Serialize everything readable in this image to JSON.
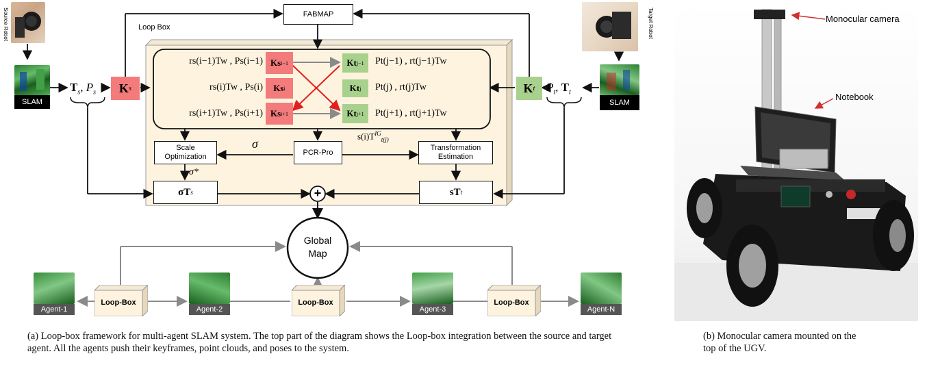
{
  "labels": {
    "source_robot": "Source Robot",
    "target_robot": "Target Robot",
    "slam_left": "SLAM",
    "slam_right": "SLAM",
    "fabmap": "FABMAP",
    "loop_box_title": "Loop Box",
    "scale_optimization": "Scale Optimization",
    "pcr_pro": "PCR-Pro",
    "transformation_estimation": "Transformation Estimation",
    "global_map": "Global Map",
    "sigma": "σ",
    "sigma_star": "σ*",
    "plus": "+",
    "K_s": "K",
    "K_s_sub": "s",
    "K_t": "K",
    "K_t_sub": "t",
    "left_pose": "T",
    "left_pose_sub": "s",
    "left_cloud": "P",
    "left_cloud_sub": "s",
    "right_pose": "T",
    "right_pose_sub": "t",
    "right_cloud": "P",
    "right_cloud_sub": "t",
    "sTIG": "s(i)T",
    "sTIG_sup": "IG",
    "sTIG_sub": "t(j)",
    "sigma_Ts": "σT",
    "sigma_Ts_sub": "s",
    "sT_t": "sT",
    "sT_t_sub": "t",
    "monocular_camera": "Monocular camera",
    "notebook": "Notebook"
  },
  "keyframes": {
    "source": [
      {
        "pose": "rs(i−1)Tw , Ps(i−1)",
        "key": "Ks",
        "sup": "i−1"
      },
      {
        "pose": "rs(i)Tw , Ps(i)",
        "key": "Ks",
        "sup": "i"
      },
      {
        "pose": "rs(i+1)Tw , Ps(i+1)",
        "key": "Ks",
        "sup": "i+1"
      }
    ],
    "target": [
      {
        "pose": "Pt(j−1) , rt(j−1)Tw",
        "key": "Kt",
        "sup": "j−1"
      },
      {
        "pose": "Pt(j) , rt(j)Tw",
        "key": "Kt",
        "sup": "j"
      },
      {
        "pose": "Pt(j+1) , rt(j+1)Tw",
        "key": "Kt",
        "sup": "j+1"
      }
    ]
  },
  "agents": [
    "Agent-1",
    "Agent-2",
    "Agent-3",
    "Agent-N"
  ],
  "loop_boxes": [
    "Loop-Box",
    "Loop-Box",
    "Loop-Box"
  ],
  "captions": {
    "a": "(a) Loop-box framework for multi-agent SLAM system. The top part of the diagram shows the Loop-box integration between the source and target agent. All the agents push their keyframes, point clouds, and poses to the system.",
    "b": "(b) Monocular camera mounted on the top of the UGV."
  },
  "colors": {
    "source_key": "#f47b7b",
    "target_key": "#a9d18e",
    "loop_box_fill": "#fdf3df",
    "cross_arrows": "#e02020",
    "gray_arrows": "#8a8a8a"
  }
}
